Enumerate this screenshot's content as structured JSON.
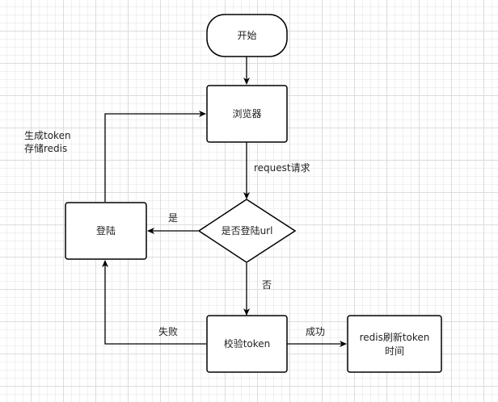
{
  "nodes": {
    "start": "开始",
    "browser": "浏览器",
    "is_login_url": "是否登陆url",
    "login": "登陆",
    "verify_token": "校验token",
    "refresh_token_line1": "redis刷新token",
    "refresh_token_line2": "时间"
  },
  "edges": {
    "request": "request请求",
    "yes": "是",
    "no": "否",
    "fail": "失败",
    "success": "成功",
    "generate_line1": "生成token",
    "generate_line2": "存储redis"
  }
}
